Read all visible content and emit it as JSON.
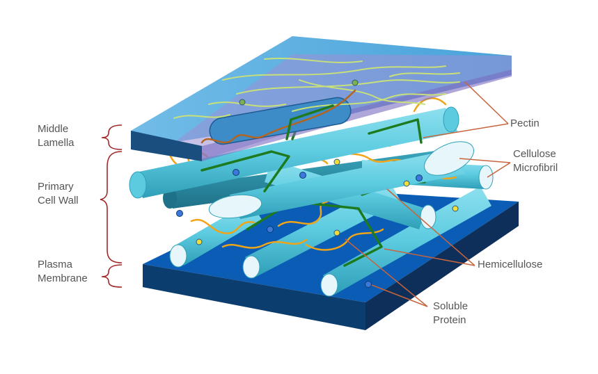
{
  "labels": {
    "middle_lamella": [
      "Middle",
      "Lamella"
    ],
    "primary_cell_wall": [
      "Primary",
      "Cell Wall"
    ],
    "plasma_membrane": [
      "Plasma",
      "Membrane"
    ],
    "pectin": "Pectin",
    "cellulose_microfibril": [
      "Cellulose",
      "Microfibril"
    ],
    "hemicellulose": "Hemicellulose",
    "soluble_protein": [
      "Soluble",
      "Protein"
    ]
  },
  "colors": {
    "label_text": "#555555",
    "leader_line": "#c8643c",
    "bracket": "#a02828",
    "membrane_top": "#0a5cb4",
    "membrane_side": "#0b3d6e",
    "lamella_top": "#4ca6dc",
    "lamella_overlay": "#9a90d6",
    "microfibril": "#5ccbe0",
    "microfibril_end": "#e6f6fb",
    "hemicellulose": "#1e7a1e",
    "pectin_strand": "#f0a418",
    "pectin_lamella": "#c8e078",
    "protein": "#3c78dc",
    "protein_yellow": "#f0dc3c"
  }
}
